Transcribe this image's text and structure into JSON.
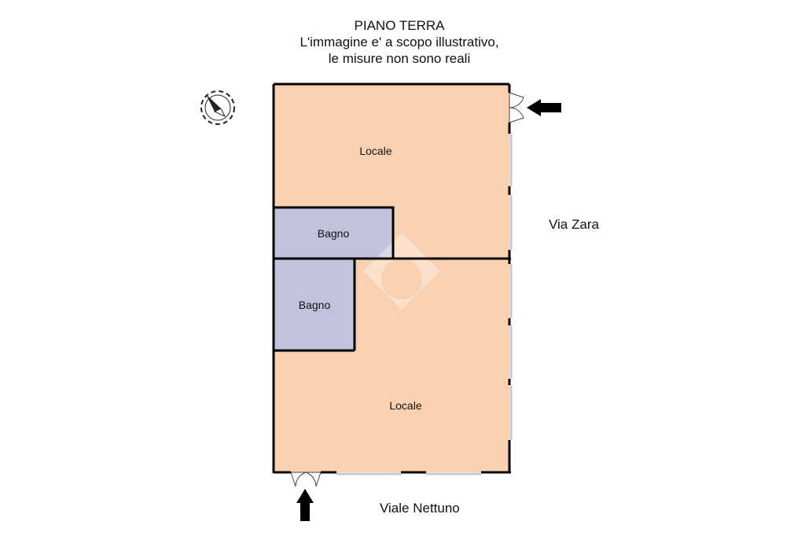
{
  "title": {
    "line1": "PIANO TERRA",
    "line2": "L'immagine e' a scopo illustrativo,",
    "line3": "le misure non sono reali"
  },
  "rooms": [
    {
      "id": "locale-top",
      "label": "Locale"
    },
    {
      "id": "bagno-top",
      "label": "Bagno"
    },
    {
      "id": "bagno-bottom",
      "label": "Bagno"
    },
    {
      "id": "locale-bottom",
      "label": "Locale"
    }
  ],
  "streets": {
    "east": "Via Zara",
    "south": "Viale Nettuno"
  },
  "icons": {
    "compass": "compass-icon",
    "entrance_east": "arrow-left-icon",
    "entrance_south": "arrow-up-icon"
  },
  "colors": {
    "locale_fill": "#f9d0b0",
    "bagno_fill": "#c2c2dc",
    "wall": "#000000",
    "window": "#d0d0d0"
  }
}
